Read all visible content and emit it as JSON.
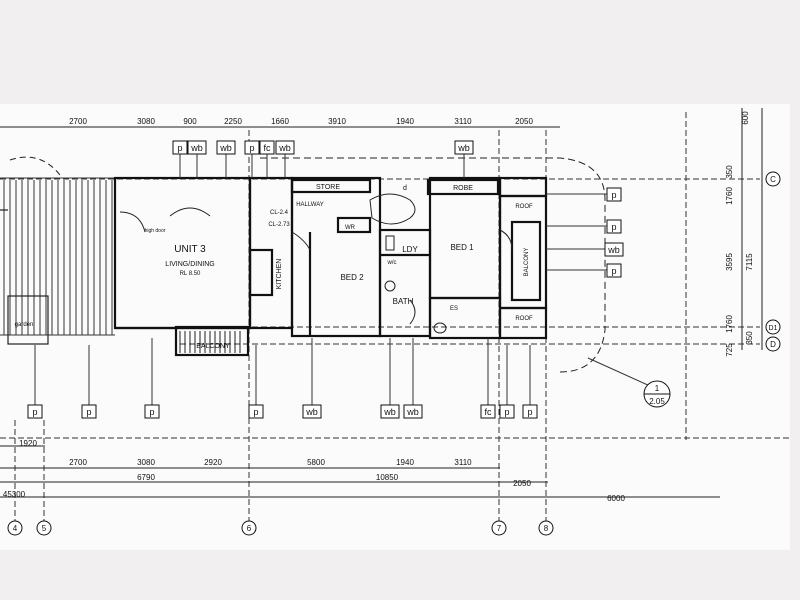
{
  "dims_top": [
    "2700",
    "3080",
    "900",
    "2250",
    "1660",
    "3910",
    "1940",
    "3110",
    "2050"
  ],
  "dims_bottom1": [
    "2700",
    "3080",
    "2920",
    "5800",
    "1940",
    "3110"
  ],
  "dims_bottom2": [
    "6790",
    "10850",
    "2050"
  ],
  "dims_bottom3": [
    "45300",
    "6000"
  ],
  "dim_1920": "1920",
  "dims_right_small": [
    "600",
    "350",
    "1760",
    "1760",
    "350",
    "725"
  ],
  "dims_right_mid": [
    "3595",
    "7115"
  ],
  "grid_labels": {
    "c": "C",
    "d1": "D1",
    "d": "D",
    "g4": "4",
    "g5": "5",
    "g6": "6",
    "g7": "7",
    "g8": "8"
  },
  "section_marker": {
    "number": "1",
    "sheet": "2.05"
  },
  "rooms": {
    "unit": "UNIT 3",
    "living": "LIVING/DINING",
    "living_area": "RL 8.50",
    "kitchen": "KITCHEN",
    "bed1": "BED 1",
    "bed2": "BED 2",
    "bath": "BATH",
    "ldy": "LDY",
    "store": "STORE",
    "robe": "ROBE",
    "hallway": "HALLWAY",
    "balcony_bottom": "BALCONY",
    "balcony_right": "BALCONY",
    "wr": "WR",
    "wc": "w/c",
    "d": "d",
    "roof_top": "ROOF",
    "roof_bottom": "ROOF",
    "cl1": "CL-2.4",
    "cl2": "CL-2.73",
    "garden": "garden",
    "high_door": "high door",
    "es": "ES"
  },
  "tags": {
    "top": [
      "p",
      "wb",
      "wb",
      "p",
      "fc",
      "wb",
      "wb"
    ],
    "right": [
      "p",
      "p",
      "wb",
      "p"
    ],
    "bottom": [
      "p",
      "p",
      "p",
      "p",
      "wb",
      "wb",
      "wb",
      "fc",
      "p",
      "p"
    ]
  }
}
